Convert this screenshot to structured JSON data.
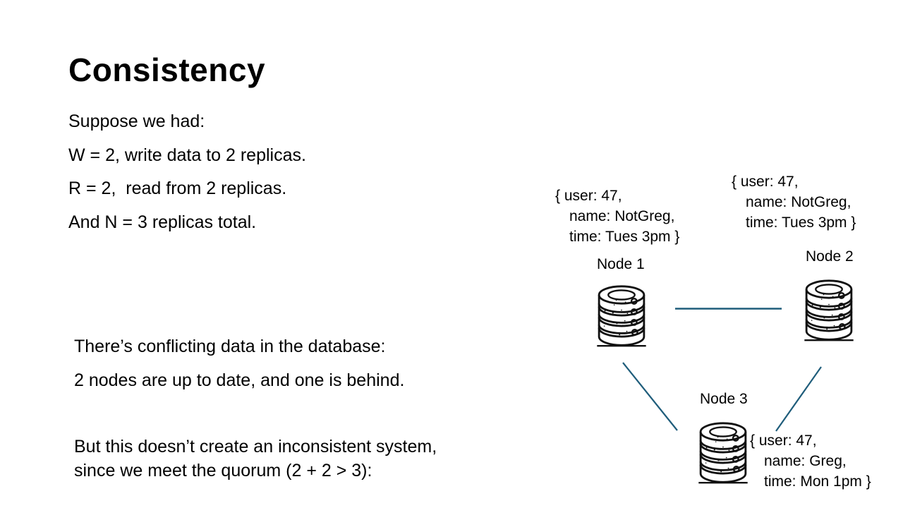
{
  "slide": {
    "title": "Consistency",
    "intro_lines": [
      "Suppose we had:",
      "W = 2, write data to 2 replicas.",
      "R = 2,  read from 2 replicas.",
      "And N = 3 replicas total."
    ],
    "conflict_lines": [
      "There’s conflicting data in the database:",
      "2 nodes are up to date, and one is behind."
    ],
    "quorum_lines": [
      "But this doesn’t create an inconsistent system,",
      "since we meet the quorum (2 + 2 > 3):"
    ]
  },
  "diagram": {
    "connector_color": "#1f5d7b",
    "icon_color": "#111111",
    "nodes": [
      {
        "caption": "Node 1",
        "record_lines": [
          "{ user: 47,",
          "name: NotGreg,",
          "time: Tues 3pm }"
        ]
      },
      {
        "caption": "Node 2",
        "record_lines": [
          "{ user: 47,",
          "name: NotGreg,",
          "time: Tues 3pm }"
        ]
      },
      {
        "caption": "Node 3",
        "record_lines": [
          "{ user: 47,",
          "name: Greg,",
          "time: Mon 1pm }"
        ]
      }
    ]
  }
}
